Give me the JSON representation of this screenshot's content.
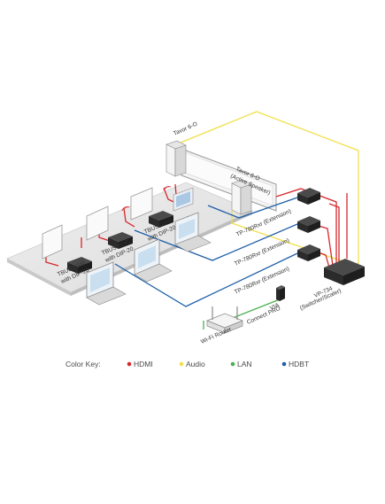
{
  "colors": {
    "hdmi": "#d9262c",
    "audio": "#f0e04a",
    "lan": "#4caf50",
    "hdbt": "#1f5fa8",
    "table": "#e7e7e7",
    "device": "#2b2b2b"
  },
  "labels": {
    "tavor_top": "Tavor 6-O",
    "tavor_active_1": "Tavor 6-O",
    "tavor_active_2": "(Active Speaker)",
    "tp_rx_1": "TP-780Rxr (Extension)",
    "tp_rx_2": "TP-780Rxr (Extension)",
    "tp_rx_3": "TP-780Rxr (Extension)",
    "tbus_1a": "TBUS-10XL",
    "tbus_1b": "with DIP-20",
    "tbus_2a": "TBUS-10XL",
    "tbus_2b": "with DIP-20",
    "tbus_3a": "TBUS-10XL",
    "tbus_3b": "with DIP-20",
    "via_1": "VIA",
    "via_2": "Connect PRO",
    "router": "Wi-Fi Router",
    "vp_1": "VP-734",
    "vp_2": "(Switcher/Scaler)"
  },
  "color_key": {
    "title": "Color Key:",
    "items": [
      {
        "label": "HDMI",
        "color": "#d9262c"
      },
      {
        "label": "Audio",
        "color": "#f0e04a"
      },
      {
        "label": "LAN",
        "color": "#4caf50"
      },
      {
        "label": "HDBT",
        "color": "#1f5fa8"
      }
    ]
  }
}
